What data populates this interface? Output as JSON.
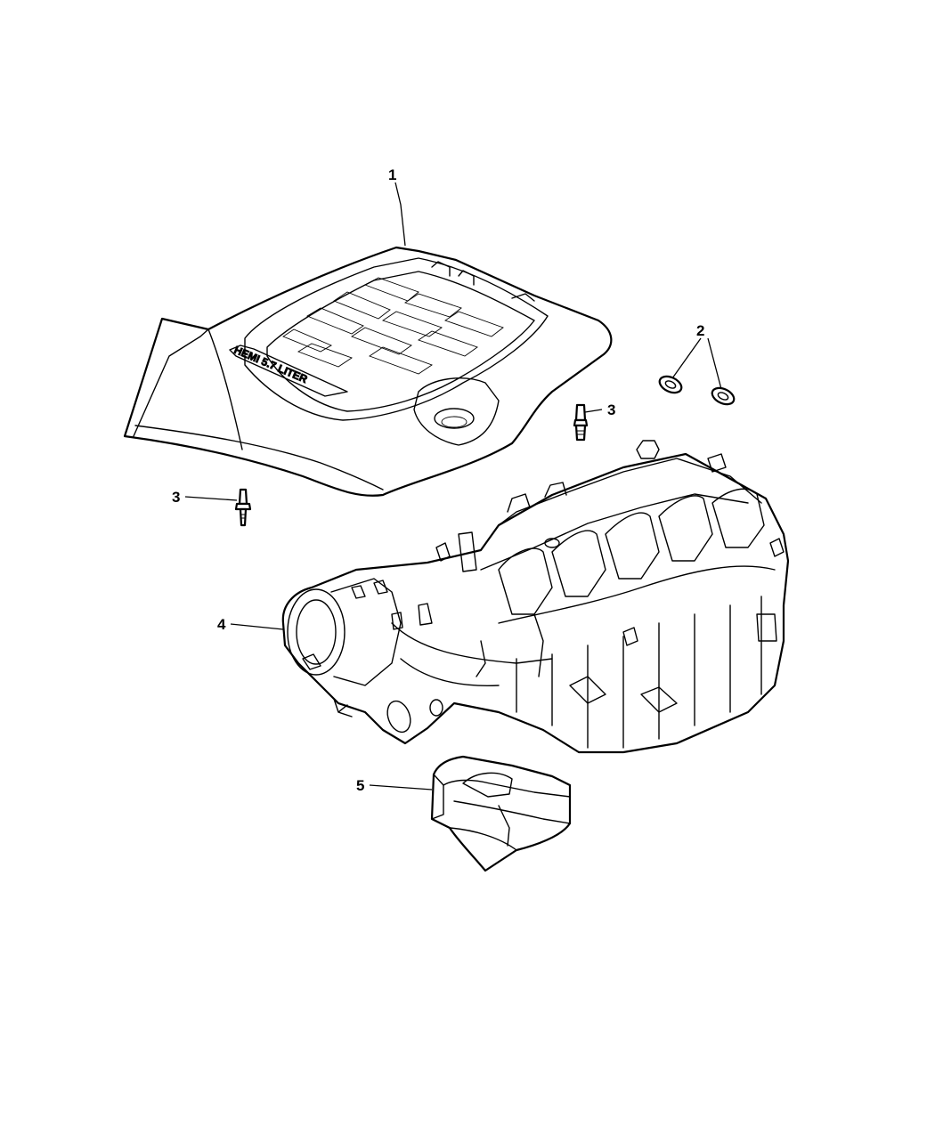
{
  "callouts": {
    "c1": "1",
    "c2": "2",
    "c3a": "3",
    "c3b": "3",
    "c4": "4",
    "c5": "5"
  },
  "colors": {
    "line": "#000000",
    "background": "#ffffff"
  },
  "parts": {
    "engine_cover_badge": "HEMI 5.7 LITER"
  }
}
